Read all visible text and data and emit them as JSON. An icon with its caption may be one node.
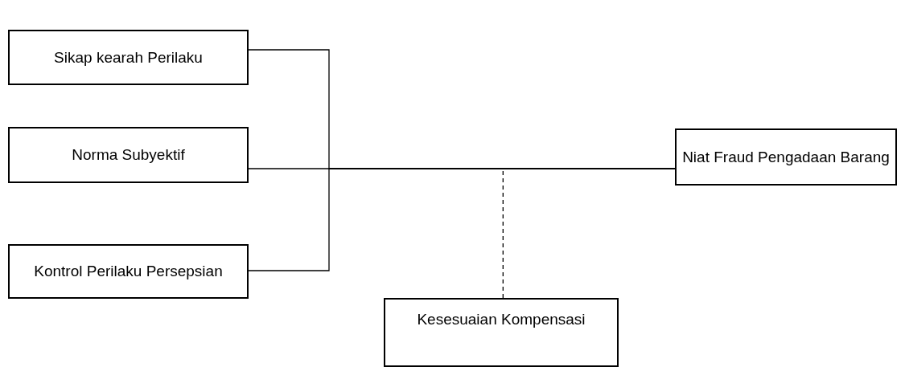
{
  "diagram": {
    "nodes": [
      {
        "text": [
          "Sikap kearah Perilaku"
        ]
      },
      {
        "text": [
          "Norma Subyektif"
        ]
      },
      {
        "text": [
          "Kontrol Perilaku Persepsian"
        ]
      },
      {
        "text": [
          "Niat Fraud Pengadaan Barang"
        ]
      },
      {
        "text": [
          "Kesesuaian Kompensasi"
        ]
      }
    ],
    "edges": [
      {
        "from": 0,
        "to": 3,
        "arrow": "none"
      },
      {
        "from": 1,
        "to": 3,
        "arrow": "none"
      },
      {
        "from": 2,
        "to": 3,
        "arrow": "none"
      },
      {
        "from": 4,
        "to": null,
        "arrow": "none",
        "style": "dashed"
      }
    ]
  }
}
